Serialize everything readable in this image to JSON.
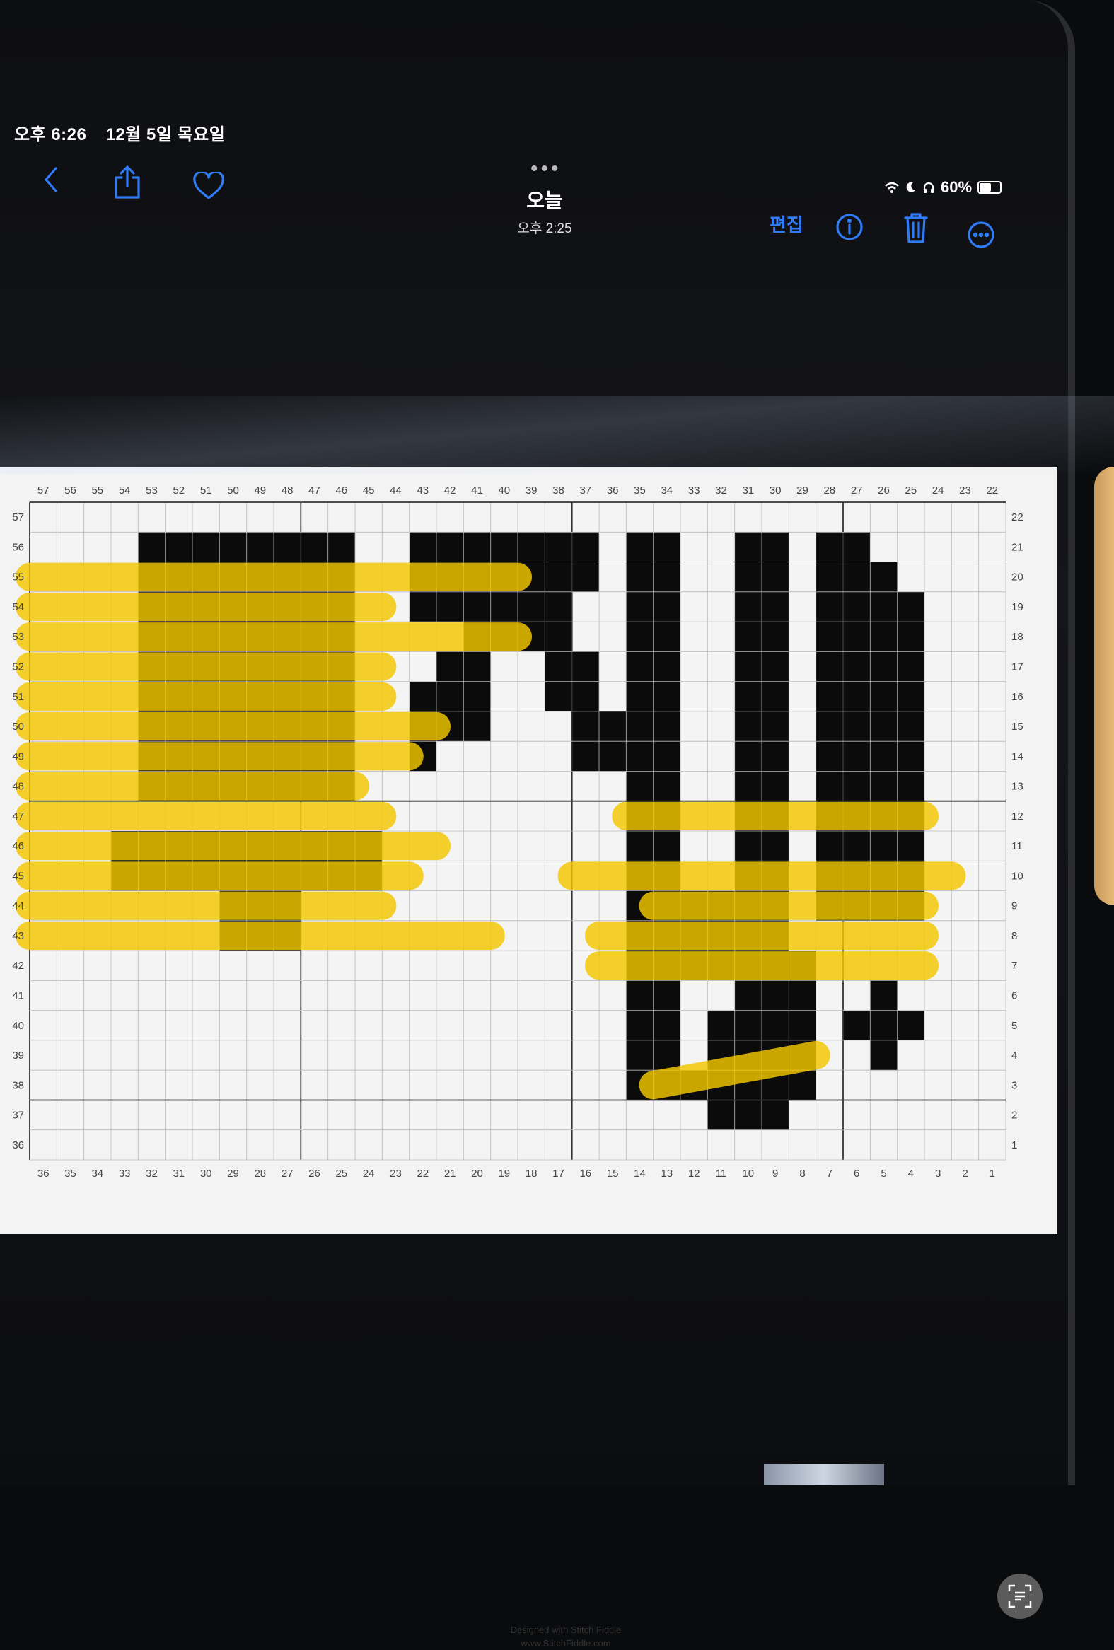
{
  "status_bar": {
    "time": "오후 6:26",
    "date": "12월 5일 목요일",
    "battery": "60%",
    "battery_level": 0.6,
    "icons": [
      "wifi-icon",
      "moon-icon",
      "headphones-icon",
      "battery-icon"
    ]
  },
  "toolbar": {
    "more_dots": "•••",
    "title": "오늘",
    "subtitle": "오후 2:25",
    "edit_label": "편집",
    "icons": [
      "back-chevron-icon",
      "share-icon",
      "heart-icon",
      "info-icon",
      "trash-icon",
      "ellipsis-circle-icon"
    ],
    "accent_color": "#2f7cf6"
  },
  "chart_data": {
    "type": "heatmap",
    "title": "",
    "credit_line1": "Designed with Stitch Fiddle",
    "credit_line2": "www.StitchFiddle.com",
    "left_rows": [
      "57",
      "56",
      "55",
      "54",
      "53",
      "52",
      "51",
      "50",
      "49",
      "48",
      "47",
      "46",
      "45",
      "44",
      "43",
      "42",
      "41",
      "40",
      "39",
      "38",
      "37",
      "36"
    ],
    "right_rows": [
      "22",
      "21",
      "20",
      "19",
      "18",
      "17",
      "16",
      "15",
      "14",
      "13",
      "12",
      "11",
      "10",
      "9",
      "8",
      "7",
      "6",
      "5",
      "4",
      "3",
      "2",
      "1"
    ],
    "top_cols": [
      "57",
      "56",
      "55",
      "54",
      "53",
      "52",
      "51",
      "50",
      "49",
      "48",
      "47",
      "46",
      "45",
      "44",
      "43",
      "42",
      "41",
      "40",
      "39",
      "38",
      "37",
      "36",
      "35",
      "34",
      "33",
      "32",
      "31",
      "30",
      "29",
      "28",
      "27",
      "26",
      "25",
      "24",
      "23",
      "22"
    ],
    "bottom_cols": [
      "36",
      "35",
      "34",
      "33",
      "32",
      "31",
      "30",
      "29",
      "28",
      "27",
      "26",
      "25",
      "24",
      "23",
      "22",
      "21",
      "20",
      "19",
      "18",
      "17",
      "16",
      "15",
      "14",
      "13",
      "12",
      "11",
      "10",
      "9",
      "8",
      "7",
      "6",
      "5",
      "4",
      "3",
      "2",
      "1"
    ],
    "filled_cells": [
      [
        4,
        1
      ],
      [
        5,
        1
      ],
      [
        6,
        1
      ],
      [
        7,
        1
      ],
      [
        8,
        1
      ],
      [
        9,
        1
      ],
      [
        10,
        1
      ],
      [
        11,
        1
      ],
      [
        14,
        1
      ],
      [
        15,
        1
      ],
      [
        16,
        1
      ],
      [
        17,
        1
      ],
      [
        18,
        1
      ],
      [
        19,
        1
      ],
      [
        20,
        1
      ],
      [
        22,
        1
      ],
      [
        23,
        1
      ],
      [
        26,
        1
      ],
      [
        27,
        1
      ],
      [
        29,
        1
      ],
      [
        30,
        1
      ],
      [
        4,
        2
      ],
      [
        5,
        2
      ],
      [
        6,
        2
      ],
      [
        7,
        2
      ],
      [
        8,
        2
      ],
      [
        9,
        2
      ],
      [
        10,
        2
      ],
      [
        11,
        2
      ],
      [
        14,
        2
      ],
      [
        15,
        2
      ],
      [
        16,
        2
      ],
      [
        17,
        2
      ],
      [
        18,
        2
      ],
      [
        19,
        2
      ],
      [
        20,
        2
      ],
      [
        22,
        2
      ],
      [
        23,
        2
      ],
      [
        26,
        2
      ],
      [
        27,
        2
      ],
      [
        29,
        2
      ],
      [
        30,
        2
      ],
      [
        31,
        2
      ],
      [
        4,
        3
      ],
      [
        5,
        3
      ],
      [
        6,
        3
      ],
      [
        7,
        3
      ],
      [
        8,
        3
      ],
      [
        9,
        3
      ],
      [
        10,
        3
      ],
      [
        11,
        3
      ],
      [
        14,
        3
      ],
      [
        15,
        3
      ],
      [
        16,
        3
      ],
      [
        17,
        3
      ],
      [
        18,
        3
      ],
      [
        19,
        3
      ],
      [
        22,
        3
      ],
      [
        23,
        3
      ],
      [
        26,
        3
      ],
      [
        27,
        3
      ],
      [
        29,
        3
      ],
      [
        30,
        3
      ],
      [
        31,
        3
      ],
      [
        32,
        3
      ],
      [
        4,
        4
      ],
      [
        5,
        4
      ],
      [
        6,
        4
      ],
      [
        7,
        4
      ],
      [
        8,
        4
      ],
      [
        9,
        4
      ],
      [
        10,
        4
      ],
      [
        11,
        4
      ],
      [
        16,
        4
      ],
      [
        17,
        4
      ],
      [
        18,
        4
      ],
      [
        19,
        4
      ],
      [
        22,
        4
      ],
      [
        23,
        4
      ],
      [
        26,
        4
      ],
      [
        27,
        4
      ],
      [
        29,
        4
      ],
      [
        30,
        4
      ],
      [
        31,
        4
      ],
      [
        32,
        4
      ],
      [
        4,
        5
      ],
      [
        5,
        5
      ],
      [
        6,
        5
      ],
      [
        7,
        5
      ],
      [
        8,
        5
      ],
      [
        9,
        5
      ],
      [
        10,
        5
      ],
      [
        11,
        5
      ],
      [
        15,
        5
      ],
      [
        16,
        5
      ],
      [
        19,
        5
      ],
      [
        20,
        5
      ],
      [
        22,
        5
      ],
      [
        23,
        5
      ],
      [
        26,
        5
      ],
      [
        27,
        5
      ],
      [
        29,
        5
      ],
      [
        30,
        5
      ],
      [
        31,
        5
      ],
      [
        32,
        5
      ],
      [
        4,
        6
      ],
      [
        5,
        6
      ],
      [
        6,
        6
      ],
      [
        7,
        6
      ],
      [
        8,
        6
      ],
      [
        9,
        6
      ],
      [
        10,
        6
      ],
      [
        11,
        6
      ],
      [
        14,
        6
      ],
      [
        15,
        6
      ],
      [
        16,
        6
      ],
      [
        19,
        6
      ],
      [
        20,
        6
      ],
      [
        22,
        6
      ],
      [
        23,
        6
      ],
      [
        26,
        6
      ],
      [
        27,
        6
      ],
      [
        29,
        6
      ],
      [
        30,
        6
      ],
      [
        31,
        6
      ],
      [
        32,
        6
      ],
      [
        4,
        7
      ],
      [
        5,
        7
      ],
      [
        6,
        7
      ],
      [
        7,
        7
      ],
      [
        8,
        7
      ],
      [
        9,
        7
      ],
      [
        10,
        7
      ],
      [
        11,
        7
      ],
      [
        14,
        7
      ],
      [
        15,
        7
      ],
      [
        16,
        7
      ],
      [
        20,
        7
      ],
      [
        21,
        7
      ],
      [
        22,
        7
      ],
      [
        23,
        7
      ],
      [
        26,
        7
      ],
      [
        27,
        7
      ],
      [
        29,
        7
      ],
      [
        30,
        7
      ],
      [
        31,
        7
      ],
      [
        32,
        7
      ],
      [
        4,
        8
      ],
      [
        5,
        8
      ],
      [
        6,
        8
      ],
      [
        7,
        8
      ],
      [
        8,
        8
      ],
      [
        9,
        8
      ],
      [
        10,
        8
      ],
      [
        11,
        8
      ],
      [
        14,
        8
      ],
      [
        20,
        8
      ],
      [
        21,
        8
      ],
      [
        22,
        8
      ],
      [
        23,
        8
      ],
      [
        26,
        8
      ],
      [
        27,
        8
      ],
      [
        29,
        8
      ],
      [
        30,
        8
      ],
      [
        31,
        8
      ],
      [
        32,
        8
      ],
      [
        4,
        9
      ],
      [
        5,
        9
      ],
      [
        6,
        9
      ],
      [
        7,
        9
      ],
      [
        8,
        9
      ],
      [
        9,
        9
      ],
      [
        10,
        9
      ],
      [
        11,
        9
      ],
      [
        22,
        9
      ],
      [
        23,
        9
      ],
      [
        26,
        9
      ],
      [
        27,
        9
      ],
      [
        29,
        9
      ],
      [
        30,
        9
      ],
      [
        31,
        9
      ],
      [
        32,
        9
      ],
      [
        22,
        10
      ],
      [
        23,
        10
      ],
      [
        26,
        10
      ],
      [
        27,
        10
      ],
      [
        29,
        10
      ],
      [
        30,
        10
      ],
      [
        31,
        10
      ],
      [
        32,
        10
      ],
      [
        3,
        11
      ],
      [
        4,
        11
      ],
      [
        5,
        11
      ],
      [
        6,
        11
      ],
      [
        7,
        11
      ],
      [
        8,
        11
      ],
      [
        9,
        11
      ],
      [
        10,
        11
      ],
      [
        11,
        11
      ],
      [
        12,
        11
      ],
      [
        22,
        11
      ],
      [
        23,
        11
      ],
      [
        26,
        11
      ],
      [
        27,
        11
      ],
      [
        29,
        11
      ],
      [
        30,
        11
      ],
      [
        31,
        11
      ],
      [
        32,
        11
      ],
      [
        3,
        12
      ],
      [
        4,
        12
      ],
      [
        5,
        12
      ],
      [
        6,
        12
      ],
      [
        7,
        12
      ],
      [
        8,
        12
      ],
      [
        9,
        12
      ],
      [
        10,
        12
      ],
      [
        11,
        12
      ],
      [
        12,
        12
      ],
      [
        22,
        12
      ],
      [
        23,
        12
      ],
      [
        26,
        12
      ],
      [
        27,
        12
      ],
      [
        29,
        12
      ],
      [
        30,
        12
      ],
      [
        31,
        12
      ],
      [
        32,
        12
      ],
      [
        7,
        13
      ],
      [
        8,
        13
      ],
      [
        9,
        13
      ],
      [
        22,
        13
      ],
      [
        23,
        13
      ],
      [
        24,
        13
      ],
      [
        25,
        13
      ],
      [
        26,
        13
      ],
      [
        27,
        13
      ],
      [
        29,
        13
      ],
      [
        30,
        13
      ],
      [
        31,
        13
      ],
      [
        32,
        13
      ],
      [
        7,
        14
      ],
      [
        8,
        14
      ],
      [
        9,
        14
      ],
      [
        22,
        14
      ],
      [
        23,
        14
      ],
      [
        24,
        14
      ],
      [
        25,
        14
      ],
      [
        26,
        14
      ],
      [
        27,
        14
      ],
      [
        22,
        15
      ],
      [
        23,
        15
      ],
      [
        24,
        15
      ],
      [
        25,
        15
      ],
      [
        26,
        15
      ],
      [
        27,
        15
      ],
      [
        28,
        15
      ],
      [
        22,
        16
      ],
      [
        23,
        16
      ],
      [
        26,
        16
      ],
      [
        27,
        16
      ],
      [
        28,
        16
      ],
      [
        31,
        16
      ],
      [
        22,
        17
      ],
      [
        23,
        17
      ],
      [
        25,
        17
      ],
      [
        26,
        17
      ],
      [
        27,
        17
      ],
      [
        28,
        17
      ],
      [
        30,
        17
      ],
      [
        31,
        17
      ],
      [
        32,
        17
      ],
      [
        22,
        18
      ],
      [
        23,
        18
      ],
      [
        25,
        18
      ],
      [
        26,
        18
      ],
      [
        27,
        18
      ],
      [
        28,
        18
      ],
      [
        31,
        18
      ],
      [
        22,
        19
      ],
      [
        23,
        19
      ],
      [
        24,
        19
      ],
      [
        25,
        19
      ],
      [
        26,
        19
      ],
      [
        27,
        19
      ],
      [
        28,
        19
      ],
      [
        25,
        20
      ],
      [
        26,
        20
      ],
      [
        27,
        20
      ]
    ],
    "highlight_strokes": [
      [
        0,
        2,
        17,
        2
      ],
      [
        0,
        3,
        12,
        3
      ],
      [
        0,
        4,
        17,
        4
      ],
      [
        0,
        5,
        12,
        5
      ],
      [
        0,
        6,
        12,
        6
      ],
      [
        0,
        7,
        14,
        7
      ],
      [
        0,
        8,
        13,
        8
      ],
      [
        0,
        9,
        11,
        9
      ],
      [
        0,
        10,
        12,
        10
      ],
      [
        0,
        11,
        14,
        11
      ],
      [
        0,
        12,
        13,
        12
      ],
      [
        0,
        13,
        12,
        13
      ],
      [
        0,
        14,
        16,
        14
      ],
      [
        22,
        10,
        32,
        10
      ],
      [
        20,
        12,
        33,
        12
      ],
      [
        23,
        13,
        32,
        13
      ],
      [
        21,
        14,
        32,
        14
      ],
      [
        21,
        15,
        32,
        15
      ],
      [
        23,
        19,
        28,
        18
      ]
    ],
    "colors": {
      "filled": "#0b0b0b",
      "empty": "#f4f4f4",
      "grid": "#b8b8b8",
      "major_grid": "#333333",
      "highlight": "#f5c800"
    }
  }
}
